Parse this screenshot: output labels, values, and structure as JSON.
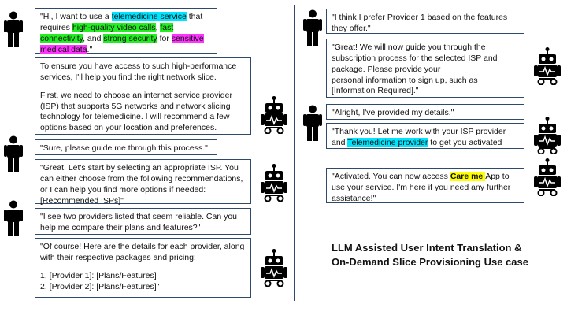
{
  "left": {
    "m1": {
      "segments": [
        {
          "t": "\"Hi, I want to use a ",
          "hl": ""
        },
        {
          "t": "telemedicine service",
          "hl": "cyan"
        },
        {
          "t": " that requires ",
          "hl": ""
        },
        {
          "t": "high-quality video calls",
          "hl": "green"
        },
        {
          "t": ", ",
          "hl": ""
        },
        {
          "t": "fast connectivity",
          "hl": "green"
        },
        {
          "t": ", and ",
          "hl": ""
        },
        {
          "t": "strong security",
          "hl": "green"
        },
        {
          "t": " for ",
          "hl": ""
        },
        {
          "t": "sensitive medical data",
          "hl": "magenta"
        },
        {
          "t": ".\"",
          "hl": ""
        }
      ]
    },
    "m2": {
      "p1": "To ensure you have access to such high-performance services, I'll help you find the right network slice.",
      "p2": "First, we need to choose an internet service provider (ISP) that supports 5G networks and network slicing technology for telemedicine. I will recommend a few options based on your location and preferences."
    },
    "m3": "\"Sure, please guide me through this process.\"",
    "m4": "\"Great! Let's start by selecting an appropriate ISP. You can either choose from the following recommendations, or I can help you find more options if needed: [Recommended ISPs]\"",
    "m5": "\"I see two providers listed that seem reliable. Can you help me compare their plans and features?\"",
    "m6": {
      "p1": "\"Of course! Here are the details for each provider, along with their respective packages and pricing:",
      "line1": "1. [Provider 1]: [Plans/Features]",
      "line2": "2. [Provider 2]: [Plans/Features]\""
    }
  },
  "right": {
    "m7": "\"I think I prefer Provider 1 based on the features they offer.\"",
    "m8": {
      "l1": "\"Great! We will now guide you through the",
      "l2": "subscription process for the selected ISP and",
      "l3": "package. Please provide your",
      "l4": "personal information to sign up, such as",
      "l5": "[Information Required].\""
    },
    "m9": "\"Alright, I've provided my details.\"",
    "m10": {
      "segments": [
        {
          "t": "\"Thank you! Let me work with your ISP provider and ",
          "hl": ""
        },
        {
          "t": "Telemedicine provider",
          "hl": "cyan"
        },
        {
          "t": " to get you activated",
          "hl": ""
        }
      ]
    },
    "m11": {
      "segments": [
        {
          "t": "\"Activated. You can now access ",
          "hl": ""
        },
        {
          "t": "Care me ",
          "hl": "yellow"
        },
        {
          "t": "App to use your service. I'm here if you need any further assistance!\"",
          "hl": ""
        }
      ]
    }
  },
  "caption": {
    "line1": "LLM Assisted User Intent Translation &",
    "line2": "On-Demand Slice Provisioning Use case"
  },
  "colors": {
    "border": "#2d4a6b",
    "cyan": "#00e5ff",
    "green": "#22ee22",
    "magenta": "#ff33ff",
    "yellow": "#ffff00"
  }
}
